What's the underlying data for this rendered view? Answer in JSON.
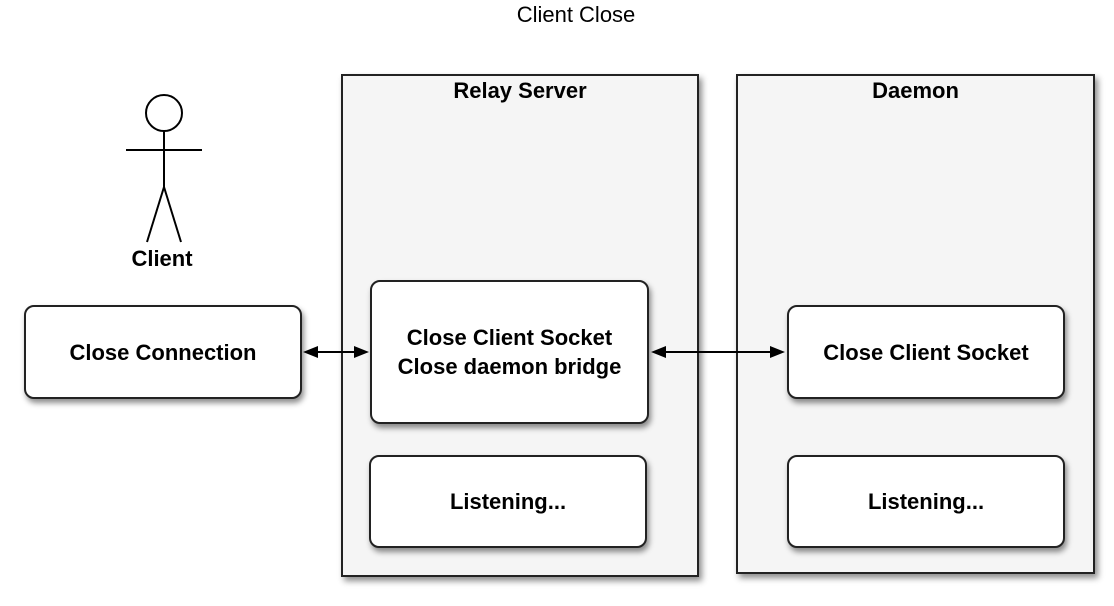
{
  "diagram": {
    "title": "Client Close",
    "actor": {
      "label": "Client"
    },
    "client_box": {
      "label": "Close Connection"
    },
    "relay_server": {
      "label": "Relay Server",
      "bridge_box": {
        "line1": "Close Client Socket",
        "line2": "Close daemon bridge"
      },
      "listening_box": {
        "label": "Listening..."
      }
    },
    "daemon": {
      "label": "Daemon",
      "socket_box": {
        "label": "Close Client Socket"
      },
      "listening_box": {
        "label": "Listening..."
      }
    }
  }
}
